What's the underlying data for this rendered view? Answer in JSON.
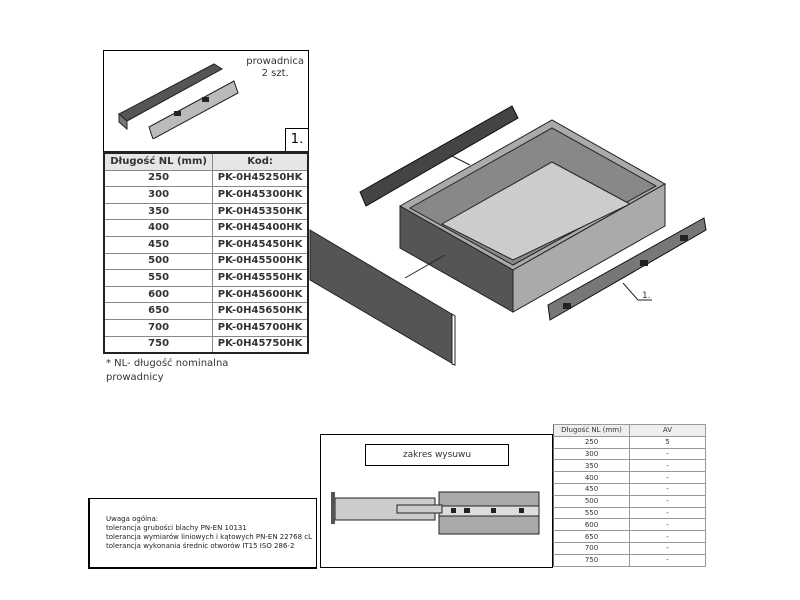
{
  "part_box": {
    "label": "prowadnica",
    "qty": "2 szt.",
    "number": "1."
  },
  "codes_table": {
    "headers": [
      "Długość NL (mm)",
      "Kod:"
    ],
    "rows": [
      [
        "250",
        "PK-0H45250HK"
      ],
      [
        "300",
        "PK-0H45300HK"
      ],
      [
        "350",
        "PK-0H45350HK"
      ],
      [
        "400",
        "PK-0H45400HK"
      ],
      [
        "450",
        "PK-0H45450HK"
      ],
      [
        "500",
        "PK-0H45500HK"
      ],
      [
        "550",
        "PK-0H45550HK"
      ],
      [
        "600",
        "PK-0H45600HK"
      ],
      [
        "650",
        "PK-0H45650HK"
      ],
      [
        "700",
        "PK-0H45700HK"
      ],
      [
        "750",
        "PK-0H45750HK"
      ]
    ]
  },
  "footnote": "* NL- długość nominalna prowadnicy",
  "callout": "1.",
  "extension": {
    "label": "zakres wysuwu"
  },
  "av_table": {
    "headers": [
      "Długość NL (mm)",
      "AV"
    ],
    "rows": [
      [
        "250",
        "5"
      ],
      [
        "300",
        "-"
      ],
      [
        "350",
        "-"
      ],
      [
        "400",
        "-"
      ],
      [
        "450",
        "-"
      ],
      [
        "500",
        "-"
      ],
      [
        "550",
        "-"
      ],
      [
        "600",
        "-"
      ],
      [
        "650",
        "-"
      ],
      [
        "700",
        "-"
      ],
      [
        "750",
        "-"
      ]
    ]
  },
  "notes": {
    "title": "Uwaga ogólna:",
    "lines": [
      "tolerancja grubości blachy PN-EN 10131",
      "tolerancja wymiarów liniowych i kątowych PN-EN 22768 cL",
      "tolerancja wykonania średnic otworów IT15 ISO 286-2"
    ]
  }
}
